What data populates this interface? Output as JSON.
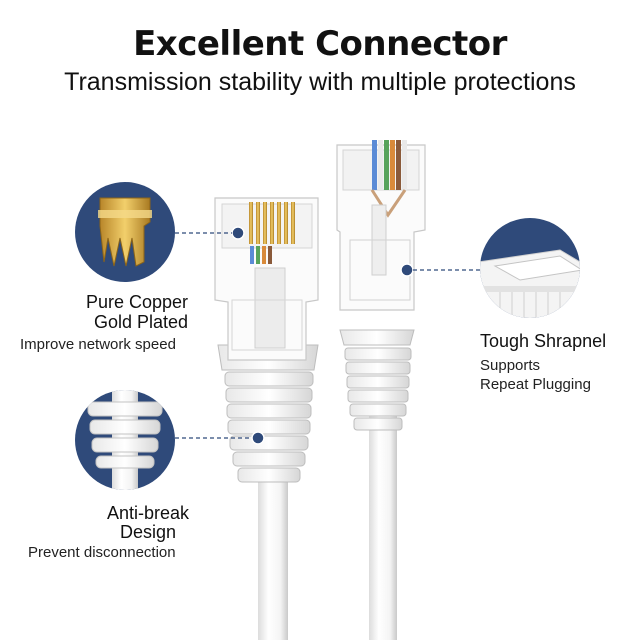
{
  "header": {
    "title": "Excellent Connector",
    "subtitle": "Transmission stability with multiple protections"
  },
  "features": {
    "copper": {
      "title_line1": "Pure Copper",
      "title_line2": "Gold Plated",
      "desc": "Improve network speed"
    },
    "shrapnel": {
      "title": "Tough Shrapnel",
      "desc_line1": "Supports",
      "desc_line2": "Repeat Plugging"
    },
    "antibreak": {
      "title_line1": "Anti-break",
      "title_line2": "Design",
      "desc": "Prevent disconnection"
    }
  },
  "colors": {
    "accent": "#2f4a7a",
    "cable": "#ffffff",
    "gold": "#d9a93a"
  }
}
